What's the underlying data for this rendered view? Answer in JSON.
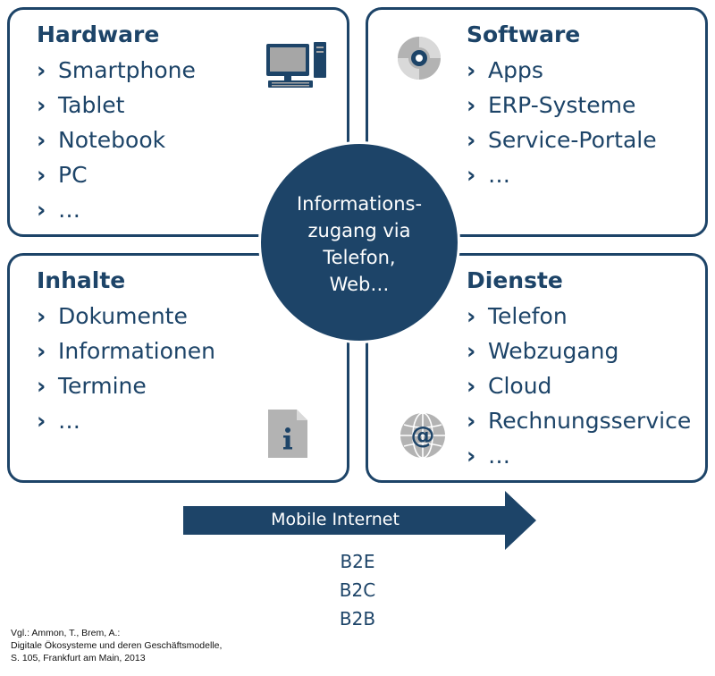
{
  "cards": {
    "hardware": {
      "title": "Hardware",
      "items": [
        "Smartphone",
        "Tablet",
        "Notebook",
        "PC",
        "…"
      ],
      "icon": "computer-icon"
    },
    "software": {
      "title": "Software",
      "items": [
        "Apps",
        "ERP-Systeme",
        "Service-Portale",
        "…"
      ],
      "icon": "cd-disc-icon"
    },
    "inhalte": {
      "title": "Inhalte",
      "items": [
        "Dokumente",
        "Informationen",
        "Termine",
        "…"
      ],
      "icon": "info-document-icon"
    },
    "dienste": {
      "title": "Dienste",
      "items": [
        "Telefon",
        "Webzugang",
        "Cloud",
        "Rechnungsservice",
        "…"
      ],
      "icon": "at-globe-icon"
    }
  },
  "bullet": "›",
  "center": {
    "lines": [
      "Informations-",
      "zugang via",
      "Telefon,",
      "Web…"
    ]
  },
  "arrow": {
    "label": "Mobile Internet"
  },
  "b_labels": [
    "B2E",
    "B2C",
    "B2B"
  ],
  "source": {
    "lines": [
      "Vgl.: Ammon, T., Brem, A.:",
      "Digitale Ökosysteme und deren Geschäftsmodelle,",
      "S. 105, Frankfurt am Main, 2013"
    ]
  },
  "colors": {
    "primary": "#1d4468",
    "icon_gray": "#a6a6a6"
  }
}
